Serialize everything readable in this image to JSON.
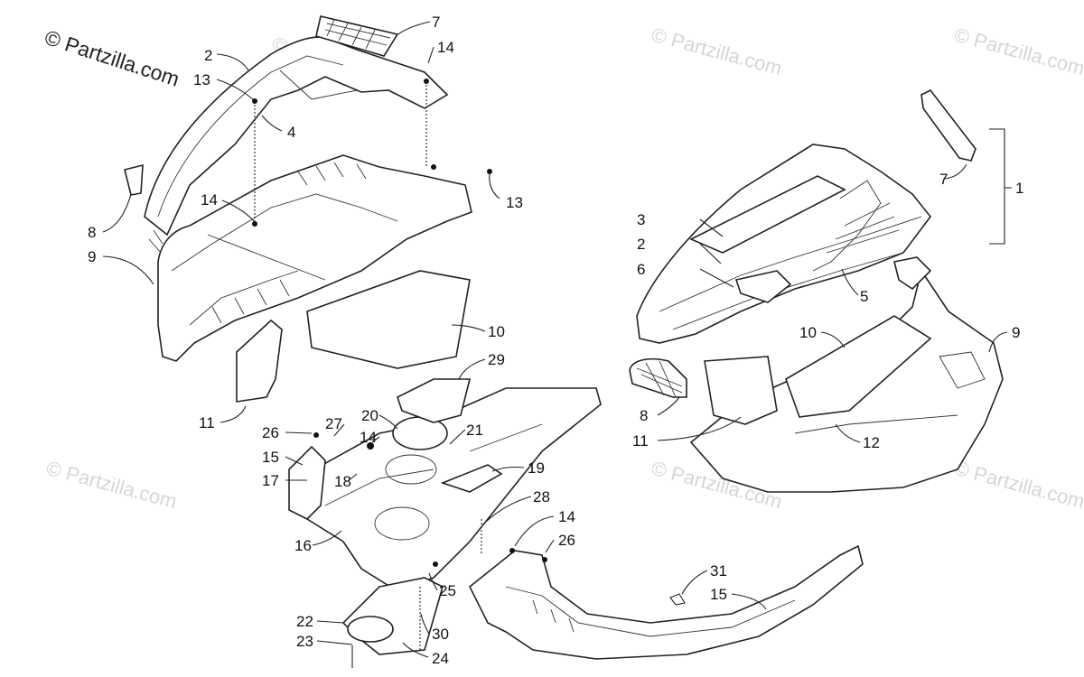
{
  "copyright": "© Partzilla.com",
  "watermark": "© Partzilla.com",
  "callouts": {
    "c1": "1",
    "c2a": "2",
    "c2b": "2",
    "c3": "3",
    "c4": "4",
    "c5": "5",
    "c6": "6",
    "c7a": "7",
    "c7b": "7",
    "c8a": "8",
    "c8b": "8",
    "c9a": "9",
    "c9b": "9",
    "c10a": "10",
    "c10b": "10",
    "c11a": "11",
    "c11b": "11",
    "c12": "12",
    "c13a": "13",
    "c13b": "13",
    "c14a": "14",
    "c14b": "14",
    "c14c": "14",
    "c14d": "14",
    "c15a": "15",
    "c15b": "15",
    "c16": "16",
    "c17": "17",
    "c18": "18",
    "c19": "19",
    "c20": "20",
    "c21": "21",
    "c22": "22",
    "c23": "23",
    "c24": "24",
    "c25": "25",
    "c26a": "26",
    "c26b": "26",
    "c27": "27",
    "c28": "28",
    "c29": "29",
    "c30": "30",
    "c31": "31"
  }
}
